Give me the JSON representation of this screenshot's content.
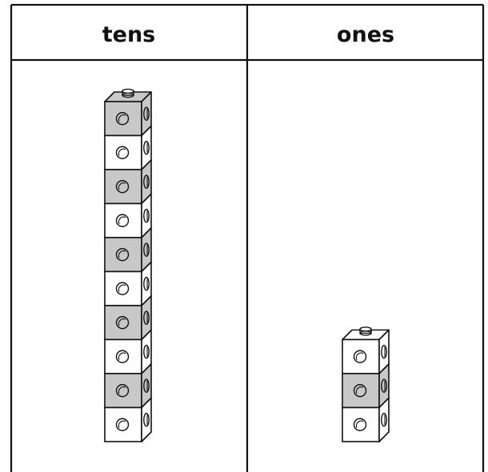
{
  "table": {
    "headers": [
      "tens",
      "ones"
    ]
  },
  "tens_column": {
    "cube_count": 10,
    "cube_colors": [
      "gray",
      "white",
      "gray",
      "white",
      "gray",
      "white",
      "gray",
      "white",
      "gray",
      "white"
    ]
  },
  "ones_column": {
    "cube_count": 3,
    "cube_colors": [
      "white",
      "gray",
      "white"
    ]
  },
  "colors": {
    "line": "#111111",
    "gray_cube": "#c8c8c8",
    "white_cube": "#ffffff"
  }
}
